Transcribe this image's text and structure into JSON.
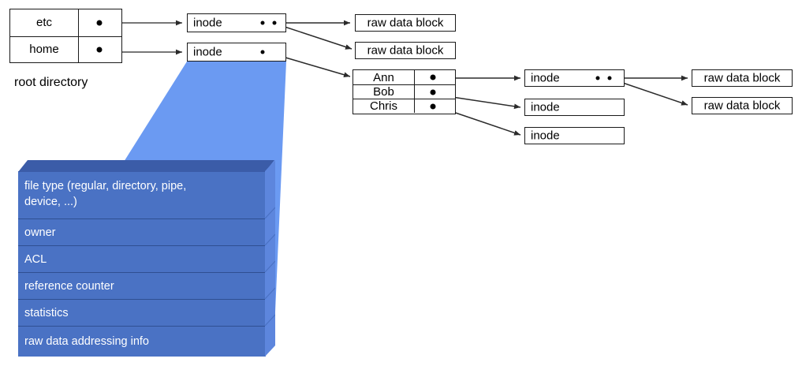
{
  "diagram": {
    "title": "unix-inode-filesystem-diagram",
    "colors": {
      "fan_blue": "#6b9af2",
      "block_front": "#4a72c4",
      "block_top": "#3b5ca8",
      "block_side": "#5d86dd",
      "separator": "#2f4f92",
      "stroke": "#1a1a1a",
      "text_on_blue": "#ffffff"
    }
  },
  "root_directory": {
    "caption": "root directory",
    "entries": [
      {
        "name": "etc",
        "pointer": "●"
      },
      {
        "name": "home",
        "pointer": "●"
      }
    ]
  },
  "home_directory": {
    "entries": [
      {
        "name": "Ann",
        "pointer": "●"
      },
      {
        "name": "Bob",
        "pointer": "●"
      },
      {
        "name": "Chris",
        "pointer": "●"
      }
    ]
  },
  "inodes": {
    "etc": {
      "label": "inode",
      "pointer_count": 2
    },
    "home": {
      "label": "inode",
      "pointer_count": 1
    },
    "ann": {
      "label": "inode",
      "pointer_count": 2
    },
    "bob": {
      "label": "inode",
      "pointer_count": 0
    },
    "chris": {
      "label": "inode",
      "pointer_count": 0
    }
  },
  "raw_data_blocks": {
    "etc_block_1": "raw data block",
    "etc_block_2": "raw data block",
    "ann_block_1": "raw data block",
    "ann_block_2": "raw data block"
  },
  "inode_detail": {
    "rows": [
      {
        "line1": "file type (regular, directory, pipe,",
        "line2": "device, ...)"
      },
      {
        "line1": "owner"
      },
      {
        "line1": "ACL"
      },
      {
        "line1": "reference counter"
      },
      {
        "line1": "statistics"
      },
      {
        "line1": "raw data addressing info"
      }
    ]
  }
}
